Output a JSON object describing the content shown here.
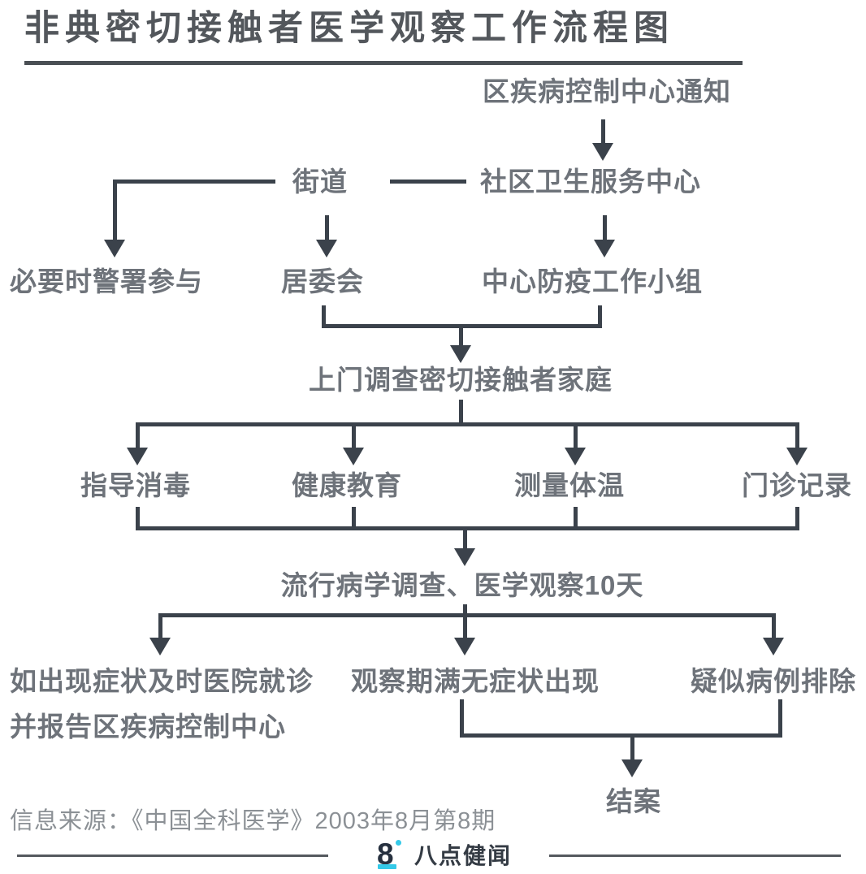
{
  "page": {
    "title": "非典密切接触者医学观察工作流程图"
  },
  "nodes": {
    "district_cdc_notice": "区疾病控制中心通知",
    "street": "街道",
    "community_health_center": "社区卫生服务中心",
    "police_participation": "必要时警署参与",
    "neighborhood_committee": "居委会",
    "center_epidemic_team": "中心防疫工作小组",
    "home_visit": "上门调查密切接触者家庭",
    "guide_disinfection": "指导消毒",
    "health_education": "健康教育",
    "measure_temperature": "测量体温",
    "outpatient_record": "门诊记录",
    "medical_observation": "流行病学调查、医学观察10天",
    "symptoms_line1": "如出现症状及时医院就诊",
    "symptoms_line2": "并报告区疾病控制中心",
    "observation_complete": "观察期满无症状出现",
    "suspected_excluded": "疑似病例排除",
    "case_closed": "结案"
  },
  "edges": [
    "区疾病控制中心通知 → 社区卫生服务中心",
    "街道 — 社区卫生服务中心",
    "街道 → 必要时警署参与",
    "街道 → 居委会",
    "社区卫生服务中心 → 中心防疫工作小组",
    "居委会 + 中心防疫工作小组 → 上门调查密切接触者家庭",
    "上门调查密切接触者家庭 → 指导消毒 / 健康教育 / 测量体温 / 门诊记录",
    "指导消毒 / 健康教育 / 测量体温 / 门诊记录 → 流行病学调查、医学观察10天",
    "流行病学调查、医学观察10天 → 如出现症状及时医院就诊并报告区疾病控制中心 / 观察期满无症状出现 / 疑似病例排除",
    "观察期满无症状出现 + 疑似病例排除 → 结案"
  ],
  "footer": {
    "source": "信息来源：《中国全科医学》2003年8月第8期",
    "logo_glyph": "8",
    "brand": "八点健闻"
  },
  "colors": {
    "title_text": "#53575c",
    "node_text": "#6e737a",
    "line": "#3b424b",
    "source_text": "#8b9095",
    "brand_cyan": "#35c9e8",
    "background": "#ffffff"
  }
}
